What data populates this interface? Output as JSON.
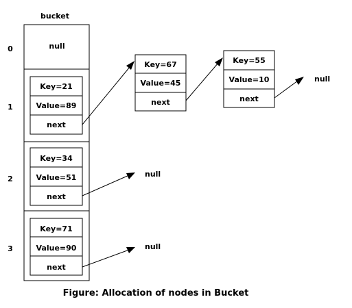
{
  "bucket_label": "bucket",
  "caption": "Figure: Allocation of nodes in Bucket",
  "buckets": [
    {
      "index": "0",
      "content": "null"
    },
    {
      "index": "1",
      "key": "Key=21",
      "value": "Value=89",
      "next": "next"
    },
    {
      "index": "2",
      "key": "Key=34",
      "value": "Value=51",
      "next": "next"
    },
    {
      "index": "3",
      "key": "Key=71",
      "value": "Value=90",
      "next": "next"
    }
  ],
  "chain_nodes": [
    {
      "key": "Key=67",
      "value": "Value=45",
      "next": "next"
    },
    {
      "key": "Key=55",
      "value": "Value=10",
      "next": "next"
    }
  ],
  "null_labels": [
    "null",
    "null",
    "null"
  ]
}
